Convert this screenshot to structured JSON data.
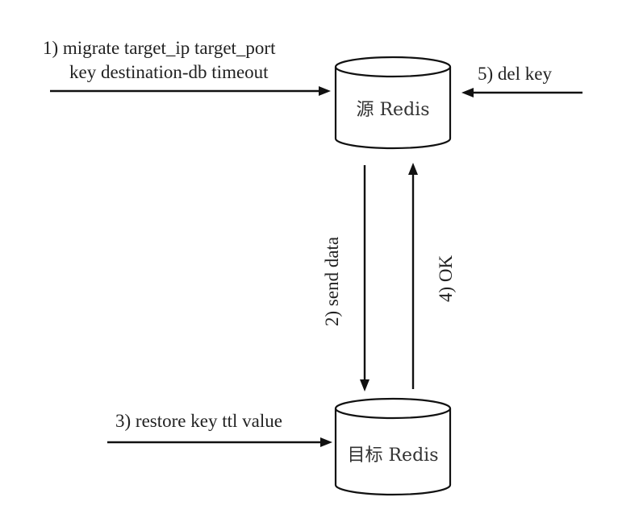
{
  "nodes": {
    "source": {
      "label": "源 Redis"
    },
    "target": {
      "label": "目标 Redis"
    }
  },
  "steps": {
    "migrate": {
      "line1": "1) migrate target_ip target_port",
      "line2": "key destination-db timeout"
    },
    "send_data": {
      "label": "2) send data"
    },
    "restore": {
      "label": "3) restore key ttl value"
    },
    "ok": {
      "label": "4) OK"
    },
    "del_key": {
      "label": "5) del key"
    }
  }
}
